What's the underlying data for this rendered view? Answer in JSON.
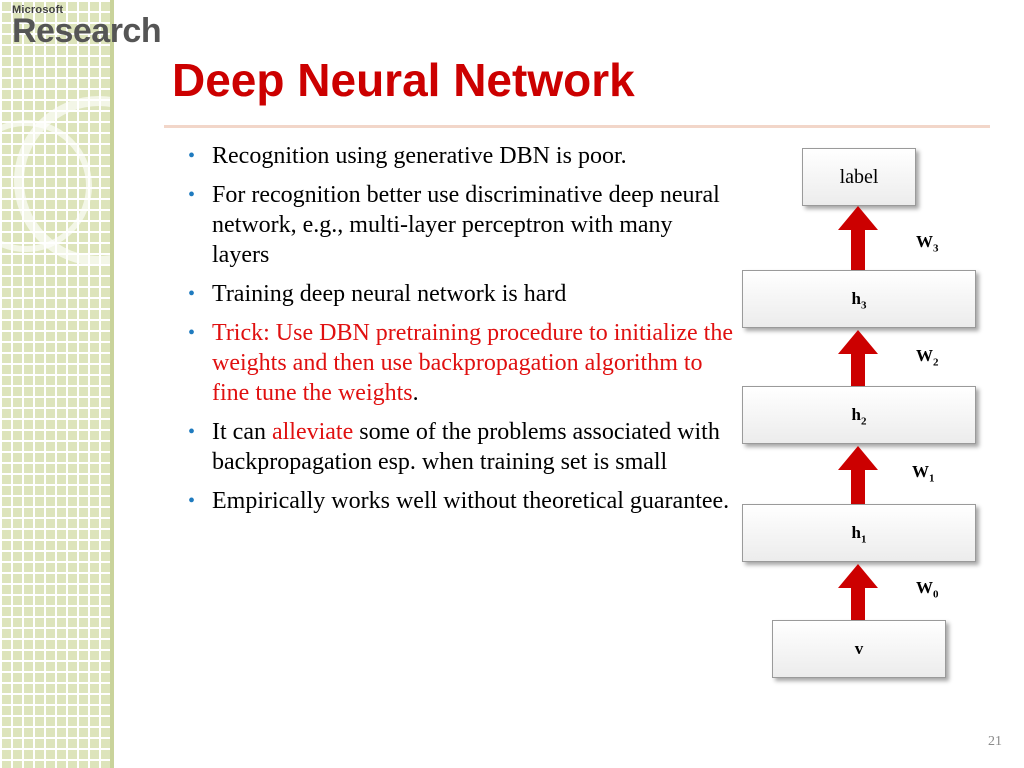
{
  "logo": {
    "top": "Microsoft",
    "main": "Research"
  },
  "slide": {
    "title": "Deep Neural Network",
    "bullets": [
      {
        "parts": [
          {
            "text": "Recognition using generative DBN is poor.",
            "red": false
          }
        ]
      },
      {
        "parts": [
          {
            "text": "For recognition better use discriminative deep neural network, e.g., multi-layer perceptron with many layers",
            "red": false
          }
        ]
      },
      {
        "parts": [
          {
            "text": "Training deep neural network is hard",
            "red": false
          }
        ]
      },
      {
        "parts": [
          {
            "text": "Trick: Use DBN pretraining procedure to initialize the weights and then use backpropagation algorithm to fine tune the weights",
            "red": true
          },
          {
            "text": ".",
            "red": false
          }
        ]
      },
      {
        "parts": [
          {
            "text": "It can ",
            "red": false
          },
          {
            "text": "alleviate",
            "red": true
          },
          {
            "text": " some of the problems associated with backpropagation esp. when training set is small",
            "red": false
          }
        ]
      },
      {
        "parts": [
          {
            "text": "Empirically works well without theoretical guarantee.",
            "red": false
          }
        ]
      }
    ],
    "page_number": "21"
  },
  "diagram": {
    "label": "label",
    "h3": {
      "base": "h",
      "sub": "3"
    },
    "h2": {
      "base": "h",
      "sub": "2"
    },
    "h1": {
      "base": "h",
      "sub": "1"
    },
    "v": "v",
    "w3": {
      "base": "W",
      "sub": "3"
    },
    "w2": {
      "base": "W",
      "sub": "2"
    },
    "w1": {
      "base": "W",
      "sub": "1"
    },
    "w0": {
      "base": "W",
      "sub": "0"
    }
  },
  "colors": {
    "title": "#cc0000",
    "highlight": "#e01010",
    "arrow": "#cc0000",
    "bullet": "#1f7bbf",
    "sidebar": "#dde4bb"
  },
  "icons": {
    "bullet": "bullet-dot-icon",
    "arrow": "up-arrow-icon"
  }
}
